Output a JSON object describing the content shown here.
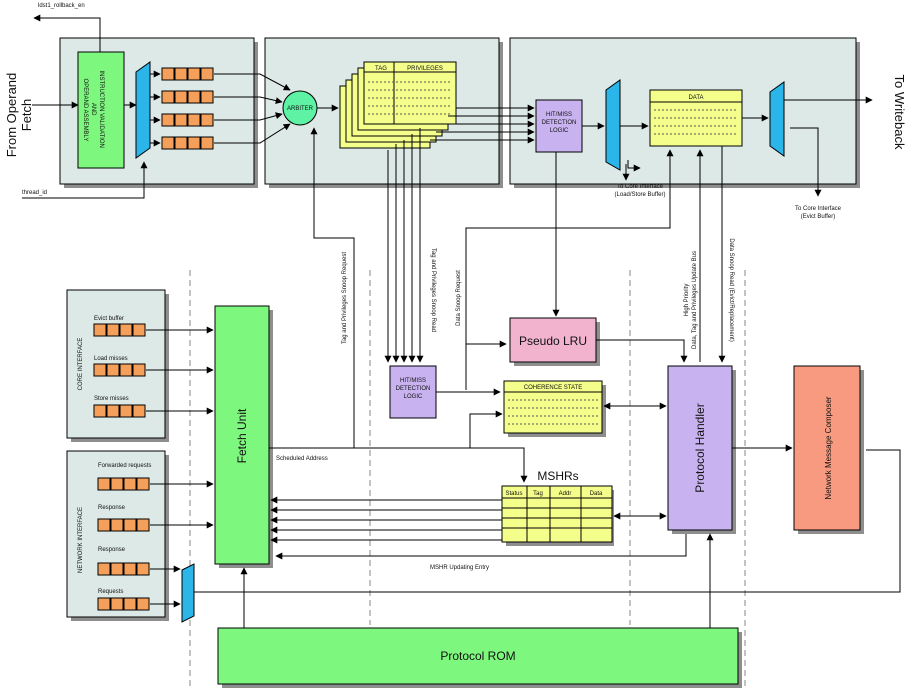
{
  "labels": {
    "from_operand_fetch": "From Operand Fetch",
    "to_writeback": "To Writeback",
    "ldst1_rollback_en": "ldst1_rollback_en",
    "thread_id": "thread_id",
    "instruction_validation": "INSTRUCTION VALIDATION AND OPERAND ASSEMBLY",
    "arbiter": "ARBITER",
    "tag": "TAG",
    "privileges": "PRIVILEGES",
    "hit_miss_top": "HIT/MISS DETECTION LOGIC",
    "data": "DATA",
    "core_iface_ls": "To Core Interface (Load/Store Buffer)",
    "core_iface_evict": "To Core Interface (Evict Buffer)",
    "tag_priv_snoop_req": "Tag and Privileges Snoop Request",
    "tag_priv_snoop_read": "Tag and Privileges Snoop Read",
    "data_snoop_req": "Data Snoop Request",
    "high_priority": "High Priority Data, Tag and Privileges Update Bus",
    "data_snoop_read": "Data Snoop Read (Evict/Replacement)",
    "core_interface": "CORE INTERFACE",
    "evict_buffer": "Evict buffer",
    "load_misses": "Load misses",
    "store_misses": "Store misses",
    "network_interface": "NETWORK INTERFACE",
    "forwarded_requests": "Forwarded requests",
    "response1": "Response",
    "response2": "Response",
    "requests": "Requests",
    "fetch_unit": "Fetch Unit",
    "pseudo_lru": "Pseudo LRU",
    "hit_miss_mid": "HIT/MISS DETECTION LOGIC",
    "coherence_state": "COHERENCE STATE",
    "scheduled_address": "Scheduled Address",
    "mshrs": "MSHRs",
    "mshr_updating": "MSHR Updating Entry",
    "protocol_handler": "Protocol Handler",
    "network_message_composer": "Network Message Composer",
    "protocol_rom": "Protocol ROM"
  },
  "mshr_columns": [
    "Status",
    "Tag",
    "Addr",
    "Data"
  ]
}
